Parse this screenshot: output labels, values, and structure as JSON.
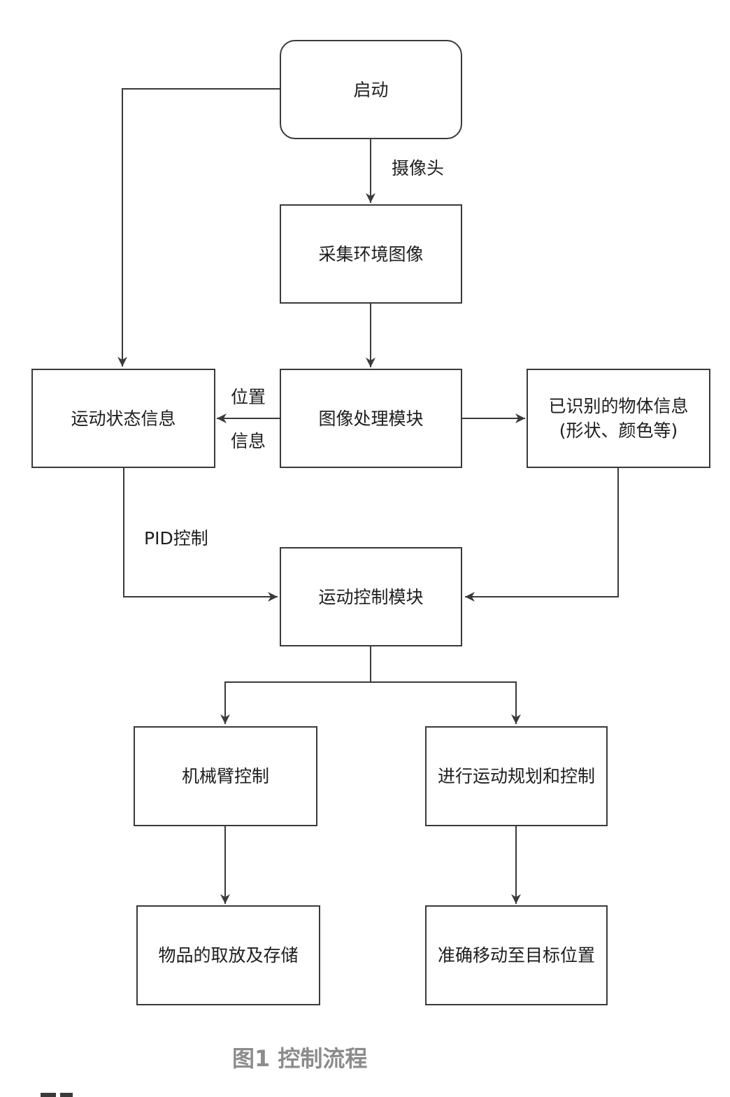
{
  "diagram": {
    "nodes": {
      "start": "启动",
      "capture": "采集环境图像",
      "processing": "图像处理模块",
      "motion_state": "运动状态信息",
      "recognized": "已识别的物体信息\n(形状、颜色等)",
      "motion_control": "运动控制模块",
      "arm_control": "机械臂控制",
      "planning": "进行运动规划和控制",
      "pick_place": "物品的取放及存储",
      "move_target": "准确移动至目标位置"
    },
    "edge_labels": {
      "camera": "摄像头",
      "position_line1": "位置",
      "position_line2": "信息",
      "pid": "PID控制"
    },
    "caption": "图1 控制流程"
  },
  "colors": {
    "line": "#3a3a3a",
    "text": "#1e1e1e",
    "caption": "#8c8c8c"
  }
}
